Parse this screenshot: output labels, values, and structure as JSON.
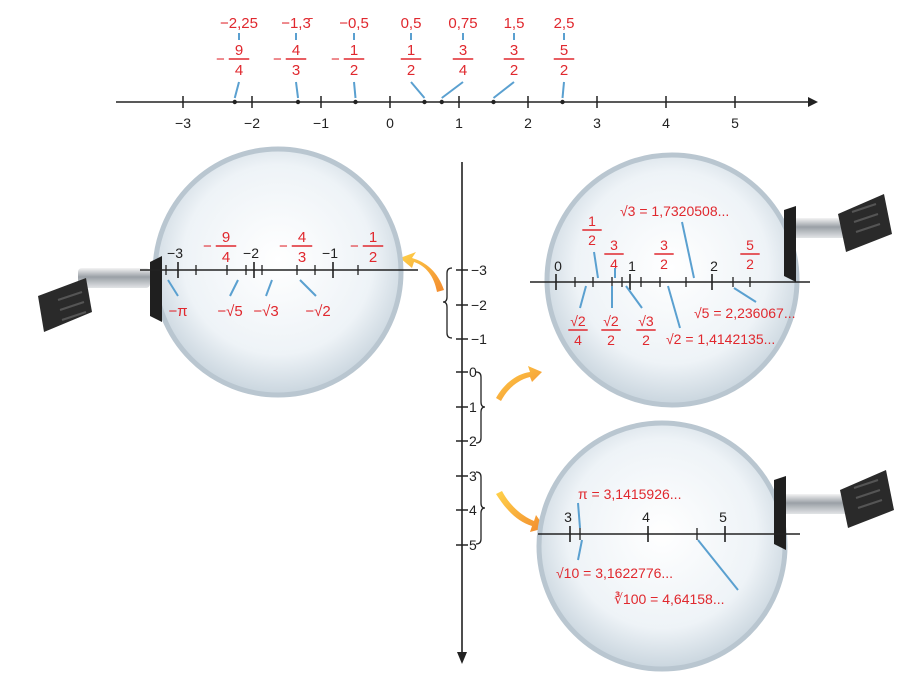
{
  "colors": {
    "accent_red": "#e0282e",
    "leader_blue": "#5aa0d0",
    "axis": "#222222"
  },
  "main_axis": {
    "ticks": [
      "−3",
      "−2",
      "−1",
      "0",
      "1",
      "2",
      "3",
      "4",
      "5"
    ],
    "decimals": [
      {
        "text": "−2,25",
        "value": -2.25
      },
      {
        "text": "−1,3̄",
        "value": -1.333
      },
      {
        "text": "−0,5",
        "value": -0.5
      },
      {
        "text": "0,5",
        "value": 0.5
      },
      {
        "text": "0,75",
        "value": 0.75
      },
      {
        "text": "1,5",
        "value": 1.5
      },
      {
        "text": "2,5",
        "value": 2.5
      }
    ],
    "fractions": [
      {
        "sign": "−",
        "num": "9",
        "den": "4",
        "value": -2.25
      },
      {
        "sign": "−",
        "num": "4",
        "den": "3",
        "value": -1.333
      },
      {
        "sign": "−",
        "num": "1",
        "den": "2",
        "value": -0.5
      },
      {
        "sign": "",
        "num": "1",
        "den": "2",
        "value": 0.5
      },
      {
        "sign": "",
        "num": "3",
        "den": "4",
        "value": 0.75
      },
      {
        "sign": "",
        "num": "3",
        "den": "2",
        "value": 1.5
      },
      {
        "sign": "",
        "num": "5",
        "den": "2",
        "value": 2.5
      }
    ]
  },
  "vertical_axis": {
    "labels": [
      "−3",
      "−2",
      "−1",
      "0",
      "1",
      "2",
      "3",
      "4",
      "5"
    ]
  },
  "lens_left": {
    "ticks": [
      "−3",
      "−2",
      "−1"
    ],
    "fractions": [
      {
        "sign": "−",
        "num": "9",
        "den": "4"
      },
      {
        "sign": "−",
        "num": "4",
        "den": "3"
      },
      {
        "sign": "−",
        "num": "1",
        "den": "2"
      }
    ],
    "below": [
      "−π",
      "−√5",
      "−√3",
      "−√2"
    ]
  },
  "lens_right_top": {
    "ticks": [
      "0",
      "1",
      "2"
    ],
    "sqrt3": "√3 = 1,7320508...",
    "sqrt5": "√5 = 2,236067...",
    "sqrt2": "√2 = 1,4142135...",
    "fractions_above": [
      {
        "num": "1",
        "den": "2"
      },
      {
        "num": "3",
        "den": "4"
      },
      {
        "num": "3",
        "den": "2"
      },
      {
        "num": "5",
        "den": "2"
      }
    ],
    "fractions_below": [
      {
        "num": "√2",
        "den": "4"
      },
      {
        "num": "√2",
        "den": "2"
      },
      {
        "num": "√3",
        "den": "2"
      }
    ]
  },
  "lens_right_bottom": {
    "ticks": [
      "3",
      "4",
      "5"
    ],
    "pi": "π = 3,1415926...",
    "sqrt10": "√10 = 3,1622776...",
    "cbrt100": "∛100 = 4,64158..."
  }
}
